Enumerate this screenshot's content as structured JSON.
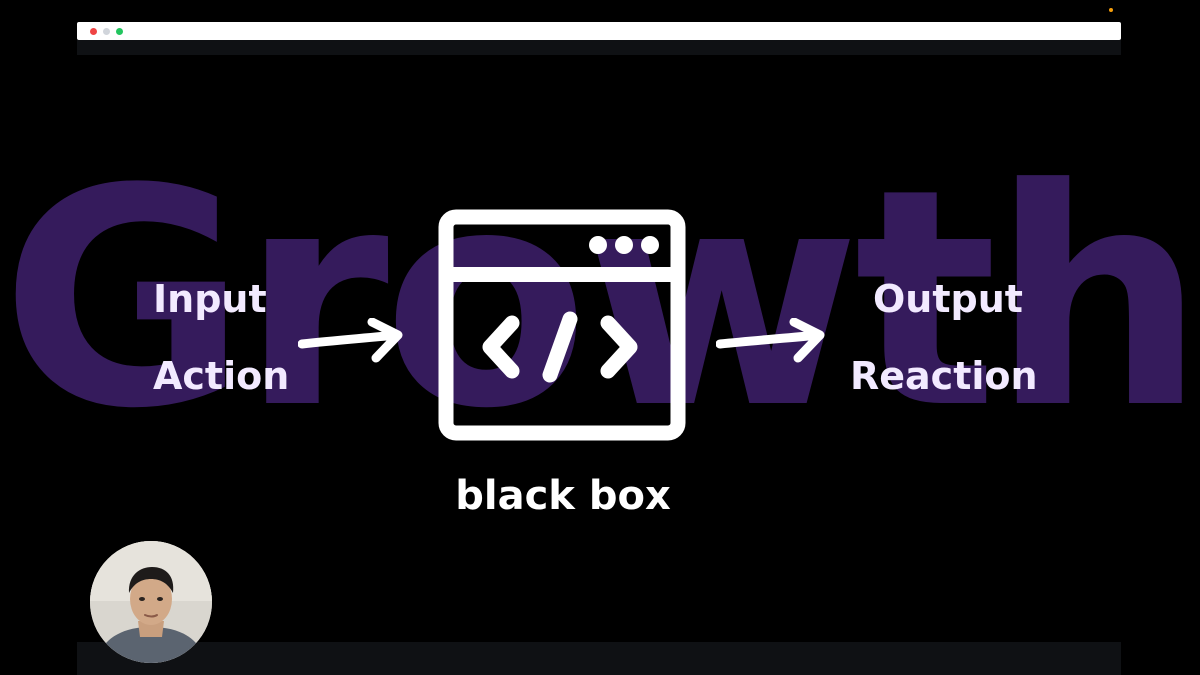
{
  "watermark": {
    "text": "Growth",
    "color": "#3b1f66"
  },
  "diagram": {
    "input_label": "Input",
    "action_label": "Action",
    "output_label": "Output",
    "reaction_label": "Reaction",
    "caption": "black box",
    "icon": "browser-code-window-icon"
  },
  "colors": {
    "background": "#000000",
    "label_text": "#f2eaff",
    "window_close": "#ef4444",
    "window_minimize": "#d1d5db",
    "window_maximize": "#22c55e",
    "recording_indicator": "#f59e0b"
  },
  "webcam": {
    "icon": "presenter-webcam-avatar"
  }
}
